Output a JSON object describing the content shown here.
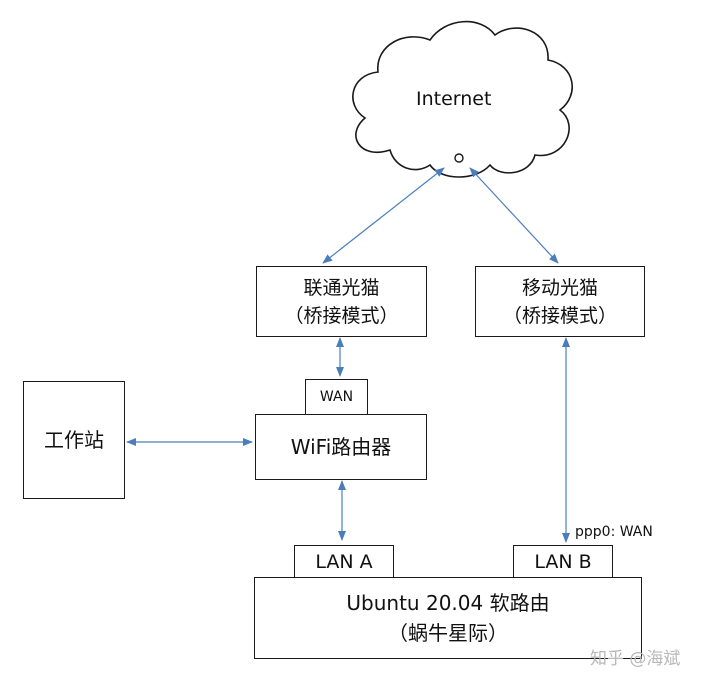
{
  "cloud": {
    "label": "Internet"
  },
  "modem_unicom": {
    "line1": "联通光猫",
    "line2": "（桥接模式）"
  },
  "modem_mobile": {
    "line1": "移动光猫",
    "line2": "（桥接模式）"
  },
  "wifi_router": {
    "label": "WiFi路由器",
    "wan_port": "WAN"
  },
  "workstation": {
    "label": "工作站"
  },
  "soft_router": {
    "line1": "Ubuntu 20.04 软路由",
    "line2": "（蜗牛星际）",
    "lan_a": "LAN A",
    "lan_b": "LAN B"
  },
  "annotations": {
    "ppp0": "ppp0: WAN"
  },
  "watermark": "知乎 @海斌",
  "colors": {
    "arrow": "#4a7ebb",
    "border": "#1a1a1a"
  }
}
